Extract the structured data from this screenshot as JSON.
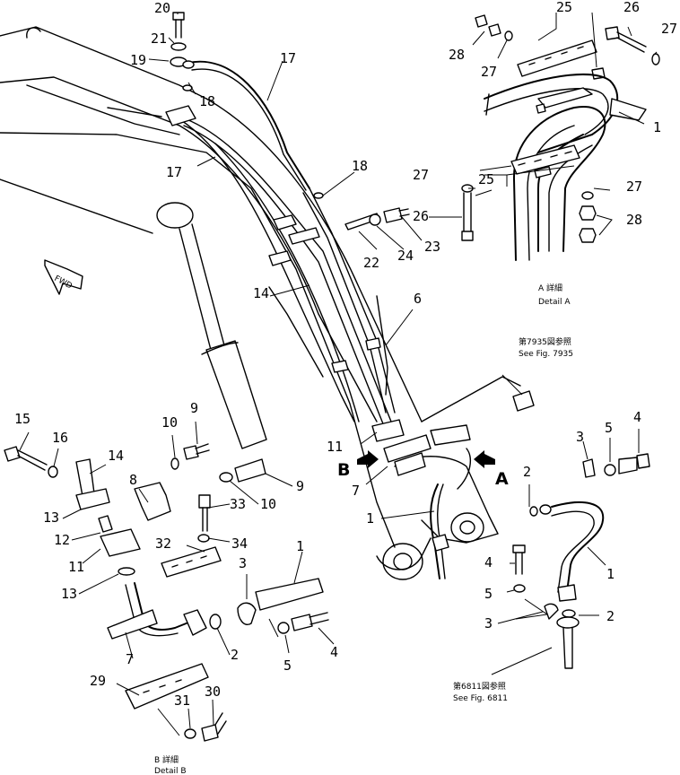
{
  "callouts": {
    "c20": "20",
    "c21": "21",
    "c19": "19",
    "c18a": "18",
    "c17a": "17",
    "c17b": "17",
    "c18b": "18",
    "c14a": "14",
    "c6": "6",
    "c22": "22",
    "c24": "24",
    "c23": "23",
    "c25a": "25",
    "c26a": "26",
    "c27a": "27",
    "c28a": "28",
    "c27b": "27",
    "c1a": "1",
    "c27c": "27",
    "c25b": "25",
    "c26b": "26",
    "c27d": "27",
    "c28b": "28",
    "c15": "15",
    "c16": "16",
    "c14b": "14",
    "c10a": "10",
    "c9a": "9",
    "c8": "8",
    "c13a": "13",
    "c12": "12",
    "c11a": "11",
    "c13b": "13",
    "c33": "33",
    "c10b": "10",
    "c9b": "9",
    "c34": "34",
    "c32": "32",
    "c11b": "11",
    "c7a": "7",
    "c1b": "1",
    "c2a": "2",
    "c3a": "3",
    "c5a": "5",
    "c4a": "4",
    "c1c": "1",
    "c1d": "1",
    "c3b": "3",
    "c5b": "5",
    "c4b": "4",
    "c7b": "7",
    "c2b": "2",
    "c29": "29",
    "c31": "31",
    "c30": "30",
    "c4c": "4",
    "c5c": "5",
    "c3c": "3",
    "c2c": "2"
  },
  "detail_a": {
    "jp": "A 詳細",
    "en": "Detail A"
  },
  "detail_b": {
    "jp": "B 詳細",
    "en": "Detail B"
  },
  "ref_7935": {
    "jp": "第7935図参照",
    "en": "See Fig. 7935"
  },
  "ref_6811": {
    "jp": "第6811図参照",
    "en": "See Fig. 6811"
  },
  "view_a": "A",
  "view_b": "B",
  "fwd_label": "FWD"
}
